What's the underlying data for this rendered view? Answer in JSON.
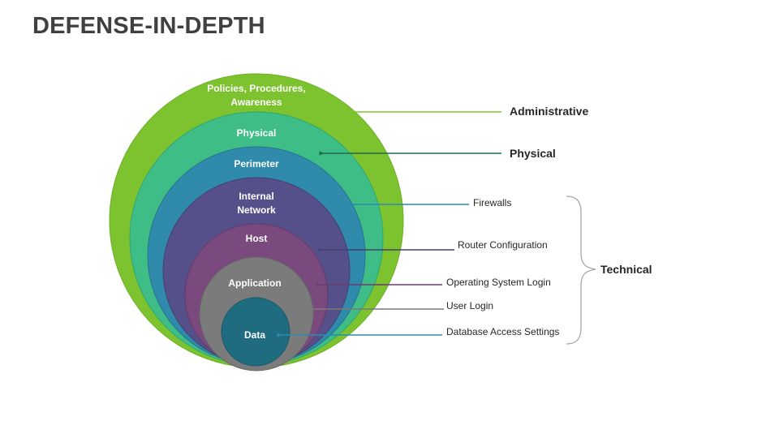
{
  "title": "DEFENSE-IN-DEPTH",
  "layers": [
    {
      "id": "policies",
      "lines": [
        "Policies, Procedures,",
        "Awareness"
      ],
      "color": "#7dc32f"
    },
    {
      "id": "physical",
      "lines": [
        "Physical"
      ],
      "color": "#3fbf85"
    },
    {
      "id": "perimeter",
      "lines": [
        "Perimeter"
      ],
      "color": "#2e8aab"
    },
    {
      "id": "internal-network",
      "lines": [
        "Internal",
        "Network"
      ],
      "color": "#56508a"
    },
    {
      "id": "host",
      "lines": [
        "Host"
      ],
      "color": "#7a4a7e"
    },
    {
      "id": "application",
      "lines": [
        "Application"
      ],
      "color": "#7a7a7a"
    },
    {
      "id": "data",
      "lines": [
        "Data"
      ],
      "color": "#1f6c80"
    }
  ],
  "categories": {
    "administrative": "Administrative",
    "physical": "Physical",
    "technical": "Technical"
  },
  "technical_items": [
    "Firewalls",
    "Router Configuration",
    "Operating System Login",
    "User Login",
    "Database Access Settings"
  ],
  "colors": {
    "administrative_arrow": "#7dc32f",
    "physical_arrow": "#1f6b4c",
    "firewalls_arrow": "#2e8aab",
    "router_arrow": "#56508a",
    "os_login_arrow": "#6a3d6d",
    "user_login_arrow": "#7a7a7a",
    "database_arrow": "#2e8aab",
    "brace": "#a6a6a6"
  }
}
